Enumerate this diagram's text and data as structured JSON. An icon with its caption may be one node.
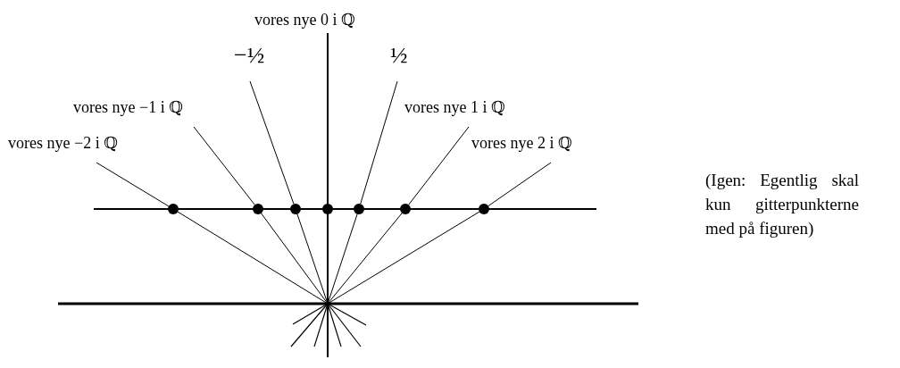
{
  "diagram": {
    "nodes": [
      {
        "text": [
          "vores nye 0 i ℚ"
        ]
      },
      {
        "text": [
          "−½"
        ]
      },
      {
        "text": [
          "½"
        ]
      },
      {
        "text": [
          "vores nye −1 i ℚ"
        ]
      },
      {
        "text": [
          "vores nye 1 i ℚ"
        ]
      },
      {
        "text": [
          "vores nye −2 i ℚ"
        ]
      },
      {
        "text": [
          "vores nye 2 i ℚ"
        ]
      },
      {
        "text": [],
        "shape": "circle"
      },
      {
        "text": [],
        "shape": "circle"
      },
      {
        "text": [],
        "shape": "circle"
      },
      {
        "text": [],
        "shape": "circle"
      },
      {
        "text": [],
        "shape": "circle"
      },
      {
        "text": [],
        "shape": "circle"
      },
      {
        "text": [],
        "shape": "circle"
      }
    ],
    "edges": [
      {
        "from": 5,
        "to": 7,
        "arrow": "none"
      },
      {
        "from": 3,
        "to": 8,
        "arrow": "none"
      },
      {
        "from": 1,
        "to": 9,
        "arrow": "none"
      },
      {
        "from": 0,
        "to": 10,
        "arrow": "none"
      },
      {
        "from": 2,
        "to": 11,
        "arrow": "none"
      },
      {
        "from": 4,
        "to": 12,
        "arrow": "none"
      },
      {
        "from": 6,
        "to": 13,
        "arrow": "none"
      }
    ],
    "labels": [
      "(Igen: Egentlig skal kun gitterpunkterne med på figuren)"
    ]
  }
}
